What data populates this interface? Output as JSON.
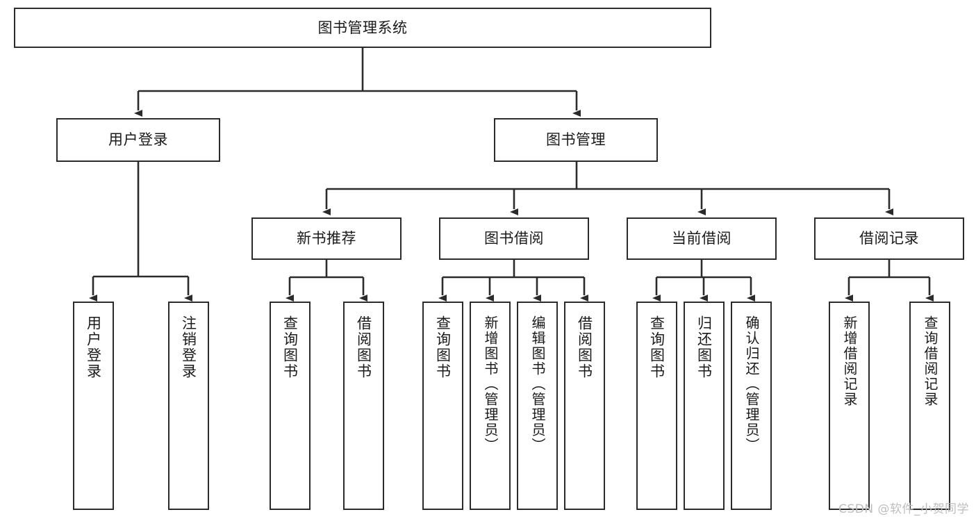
{
  "diagram": {
    "title": "图书管理系统",
    "type": "tree-hierarchy",
    "watermark": "CSDN @软件_小贺同学",
    "colors": {
      "box_border": "#2b2b2b",
      "box_fill": "#ffffff",
      "edge": "#2b2b2b",
      "text": "#1a1a1a",
      "watermark": "#bdbdbd",
      "background": "#ffffff"
    },
    "root": {
      "id": "root",
      "label": "图书管理系统"
    },
    "level2": [
      {
        "id": "login",
        "label": "用户登录"
      },
      {
        "id": "bookmgmt",
        "label": "图书管理"
      }
    ],
    "level3": [
      {
        "id": "newbook",
        "label": "新书推荐",
        "parent": "bookmgmt"
      },
      {
        "id": "borrow",
        "label": "图书借阅",
        "parent": "bookmgmt"
      },
      {
        "id": "current",
        "label": "当前借阅",
        "parent": "bookmgmt"
      },
      {
        "id": "records",
        "label": "借阅记录",
        "parent": "bookmgmt"
      }
    ],
    "leaves": [
      {
        "id": "leaf1",
        "label": "用户登录",
        "parent": "login"
      },
      {
        "id": "leaf2",
        "label": "注销登录",
        "parent": "login"
      },
      {
        "id": "leaf3",
        "label": "查询图书",
        "parent": "newbook"
      },
      {
        "id": "leaf4",
        "label": "借阅图书",
        "parent": "newbook"
      },
      {
        "id": "leaf5",
        "label": "查询图书",
        "parent": "borrow"
      },
      {
        "id": "leaf6",
        "label": "新增图书（管理员）",
        "parent": "borrow"
      },
      {
        "id": "leaf7",
        "label": "编辑图书（管理员）",
        "parent": "borrow"
      },
      {
        "id": "leaf8",
        "label": "借阅图书",
        "parent": "borrow"
      },
      {
        "id": "leaf9",
        "label": "查询图书",
        "parent": "current"
      },
      {
        "id": "leaf10",
        "label": "归还图书",
        "parent": "current"
      },
      {
        "id": "leaf11",
        "label": "确认归还（管理员）",
        "parent": "current"
      },
      {
        "id": "leaf12",
        "label": "新增借阅记录",
        "parent": "records"
      },
      {
        "id": "leaf13",
        "label": "查询借阅记录",
        "parent": "records"
      }
    ]
  }
}
